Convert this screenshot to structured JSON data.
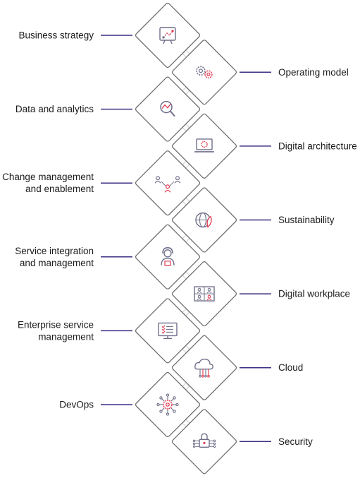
{
  "items": [
    {
      "label": "Business strategy",
      "side": "left",
      "icon": "strategy-board-icon"
    },
    {
      "label": "Operating model",
      "side": "right",
      "icon": "gears-icon"
    },
    {
      "label": "Data and analytics",
      "side": "left",
      "icon": "magnifier-analytics-icon"
    },
    {
      "label": "Digital architecture",
      "side": "right",
      "icon": "laptop-gear-icon"
    },
    {
      "label": "Change management\nand enablement",
      "side": "left",
      "icon": "people-network-icon"
    },
    {
      "label": "Sustainability",
      "side": "right",
      "icon": "globe-leaf-icon"
    },
    {
      "label": "Service integration\nand management",
      "side": "left",
      "icon": "headset-agent-icon"
    },
    {
      "label": "Digital workplace",
      "side": "right",
      "icon": "video-call-grid-icon"
    },
    {
      "label": "Enterprise service\nmanagement",
      "side": "left",
      "icon": "monitor-checklist-icon"
    },
    {
      "label": "Cloud",
      "side": "right",
      "icon": "cloud-circuit-icon"
    },
    {
      "label": "DevOps",
      "side": "left",
      "icon": "devops-hub-icon"
    },
    {
      "label": "Security",
      "side": "right",
      "icon": "lock-circuit-icon"
    }
  ],
  "colors": {
    "line": "#3b2e82",
    "icon": "#6f6f8a",
    "accent": "#e0354c",
    "border": "#707070",
    "connector": "#cfcfcf"
  }
}
